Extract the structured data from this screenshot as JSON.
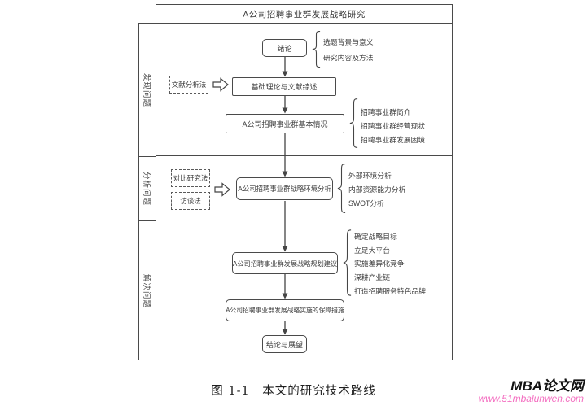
{
  "diagram": {
    "title": "A公司招聘事业群发展战略研究",
    "lanes": [
      {
        "label": "发现问题"
      },
      {
        "label": "分析问题"
      },
      {
        "label": "解决问题"
      }
    ],
    "methods": [
      {
        "label": "文献分析法"
      },
      {
        "label": "对比研究法"
      },
      {
        "label": "访谈法"
      }
    ],
    "nodes": {
      "intro": "绪论",
      "theory": "基础理论与文献综述",
      "basic": "A公司招聘事业群基本情况",
      "env": "A公司招聘事业群战略环境分析",
      "plan": "A公司招聘事业群发展战略规划建议",
      "safeguard": "A公司招聘事业群发展战略实施的保障措施",
      "conclusion": "结论与展望"
    },
    "braces": {
      "intro": [
        "选题背景与意义",
        "研究内容及方法"
      ],
      "basic": [
        "招聘事业群简介",
        "招聘事业群经营现状",
        "招聘事业群发展困境"
      ],
      "env": [
        "外部环境分析",
        "内部资源能力分析",
        "SWOT分析"
      ],
      "plan": [
        "确定战略目标",
        "立足大平台",
        "实施差异化竞争",
        "深耕产业链",
        "打造招聘服务特色品牌"
      ]
    }
  },
  "caption": "图 1-1　本文的研究技术路线",
  "watermark": {
    "name": "MBA论文网",
    "url": "www.51mbalunwen.com"
  },
  "colors": {
    "line": "#4a4a4a",
    "watermark_pink": "#f46fc1"
  }
}
